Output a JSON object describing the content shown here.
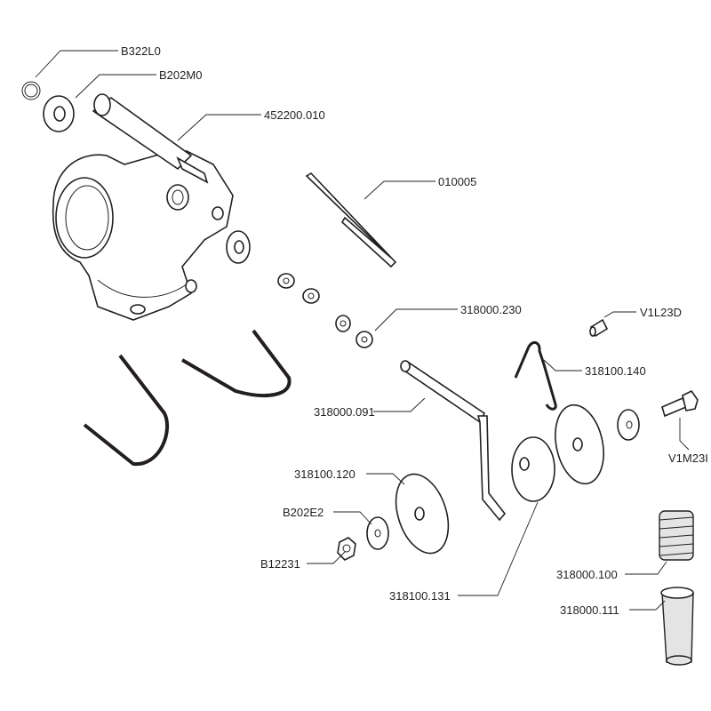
{
  "diagram": {
    "type": "exploded-parts-view",
    "labels": {
      "b322l0": "B322L0",
      "b202m0": "B202M0",
      "p452200_010": "452200.010",
      "p010005": "010005",
      "p318000_230": "318000.230",
      "v1l23d": "V1L23D",
      "p318100_140": "318100.140",
      "p318000_091": "318000.091",
      "v1m23i": "V1M23I",
      "p318100_120": "318100.120",
      "b202e2": "B202E2",
      "b12231": "B12231",
      "p318100_131": "318100.131",
      "p318000_100": "318000.100",
      "p318000_111": "318000.111"
    }
  }
}
